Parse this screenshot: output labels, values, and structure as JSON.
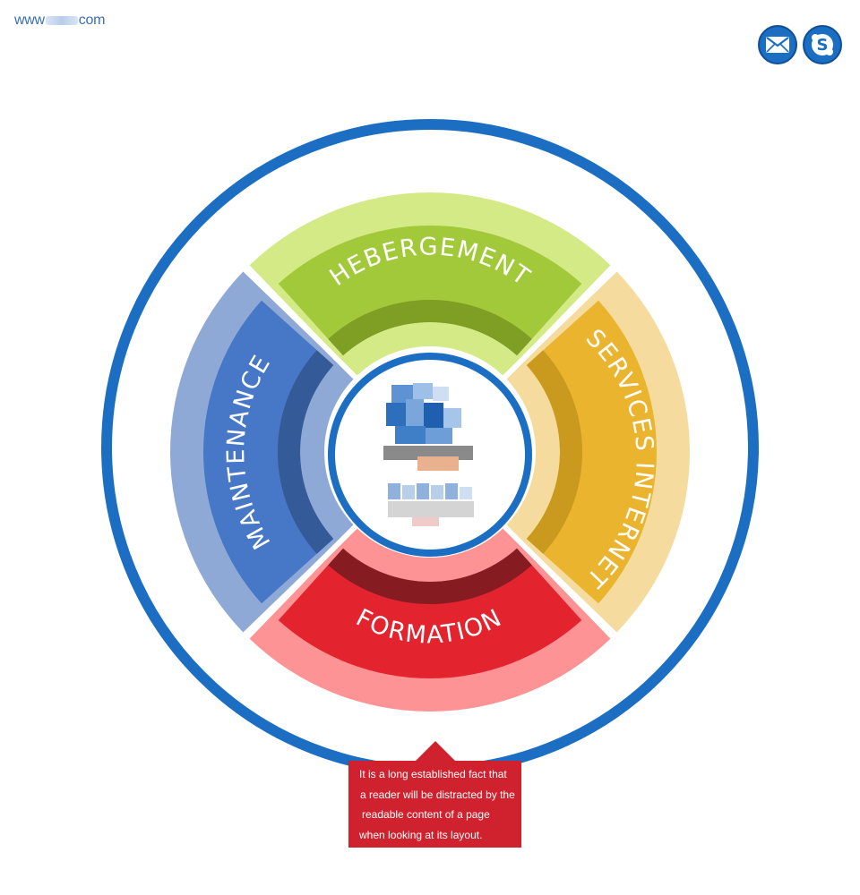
{
  "header": {
    "url_prefix": "www",
    "url_suffix": "com"
  },
  "contact": {
    "email_icon": "envelope-icon",
    "skype_icon": "skype-icon"
  },
  "wheel": {
    "segments": [
      {
        "key": "hebergement",
        "label": "HEBERGEMENT",
        "color": "#a2c93a",
        "light": "#d4ea86",
        "dark": "#7e9e24"
      },
      {
        "key": "services",
        "label": "SERVICES INTERNET",
        "color": "#ebb42f",
        "light": "#f5dc9e",
        "dark": "#c99a1e"
      },
      {
        "key": "formation",
        "label": "FORMATION",
        "color": "#e3242f",
        "light": "#fd9394",
        "dark": "#861b22"
      },
      {
        "key": "maintenance",
        "label": "MAINTENANCE",
        "color": "#4777c7",
        "light": "#8fa9d7",
        "dark": "#345a98"
      }
    ],
    "ring_color": "#1b6ec2",
    "center_logo": "company-logo"
  },
  "callout": {
    "lines": [
      "It is a long established fact that",
      "a reader will be distracted by the",
      "readable content of a page",
      "when looking at its layout."
    ]
  }
}
